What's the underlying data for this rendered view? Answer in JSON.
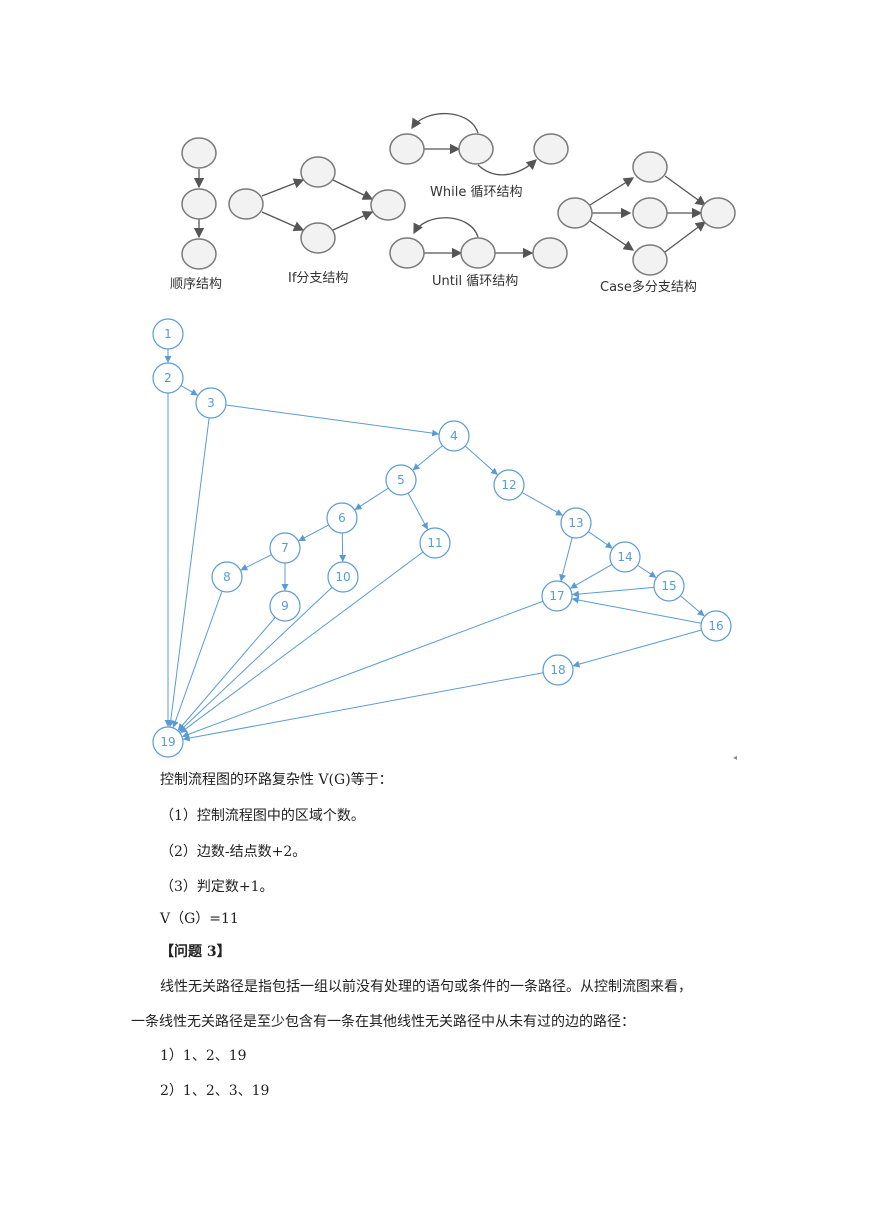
{
  "structures": {
    "sequence_label": "顺序结构",
    "if_label": "If分支结构",
    "while_label": "While 循环结构",
    "until_label": "Until 循环结构",
    "case_label": "Case多分支结构"
  },
  "cfg": {
    "nodes": [
      {
        "id": "1",
        "label": "1"
      },
      {
        "id": "2",
        "label": "2"
      },
      {
        "id": "3",
        "label": "3"
      },
      {
        "id": "4",
        "label": "4"
      },
      {
        "id": "5",
        "label": "5"
      },
      {
        "id": "6",
        "label": "6"
      },
      {
        "id": "7",
        "label": "7"
      },
      {
        "id": "8",
        "label": "8"
      },
      {
        "id": "9",
        "label": "9"
      },
      {
        "id": "10",
        "label": "10"
      },
      {
        "id": "11",
        "label": "11"
      },
      {
        "id": "12",
        "label": "12"
      },
      {
        "id": "13",
        "label": "13"
      },
      {
        "id": "14",
        "label": "14"
      },
      {
        "id": "15",
        "label": "15"
      },
      {
        "id": "16",
        "label": "16"
      },
      {
        "id": "17",
        "label": "17"
      },
      {
        "id": "18",
        "label": "18"
      },
      {
        "id": "19",
        "label": "19"
      }
    ],
    "edges": [
      [
        "1",
        "2"
      ],
      [
        "2",
        "3"
      ],
      [
        "2",
        "19"
      ],
      [
        "3",
        "4"
      ],
      [
        "3",
        "19"
      ],
      [
        "4",
        "5"
      ],
      [
        "4",
        "12"
      ],
      [
        "5",
        "6"
      ],
      [
        "5",
        "11"
      ],
      [
        "6",
        "7"
      ],
      [
        "6",
        "10"
      ],
      [
        "7",
        "8"
      ],
      [
        "7",
        "9"
      ],
      [
        "8",
        "19"
      ],
      [
        "9",
        "19"
      ],
      [
        "10",
        "19"
      ],
      [
        "11",
        "19"
      ],
      [
        "12",
        "13"
      ],
      [
        "13",
        "14"
      ],
      [
        "13",
        "17"
      ],
      [
        "14",
        "15"
      ],
      [
        "14",
        "17"
      ],
      [
        "15",
        "16"
      ],
      [
        "15",
        "17"
      ],
      [
        "16",
        "17"
      ],
      [
        "16",
        "18"
      ],
      [
        "17",
        "19"
      ],
      [
        "18",
        "19"
      ]
    ]
  },
  "text": {
    "vg_intro": "控制流程图的环路复杂性 V(G)等于：",
    "item1": "（1）控制流程图中的区域个数。",
    "item2": "（2）边数-结点数+2。",
    "item3": "（3）判定数+1。",
    "vg_value": "V（G）=11",
    "question3": "【问题 3】",
    "para_line1": "线性无关路径是指包括一组以前没有处理的语句或条件的一条路径。从控制流图来看，",
    "para_line2": "一条线性无关路径是至少包含有一条在其他线性无关路径中从未有过的边的路径：",
    "path1": "1）1、2、19",
    "path2": "2）1、2、3、19"
  }
}
